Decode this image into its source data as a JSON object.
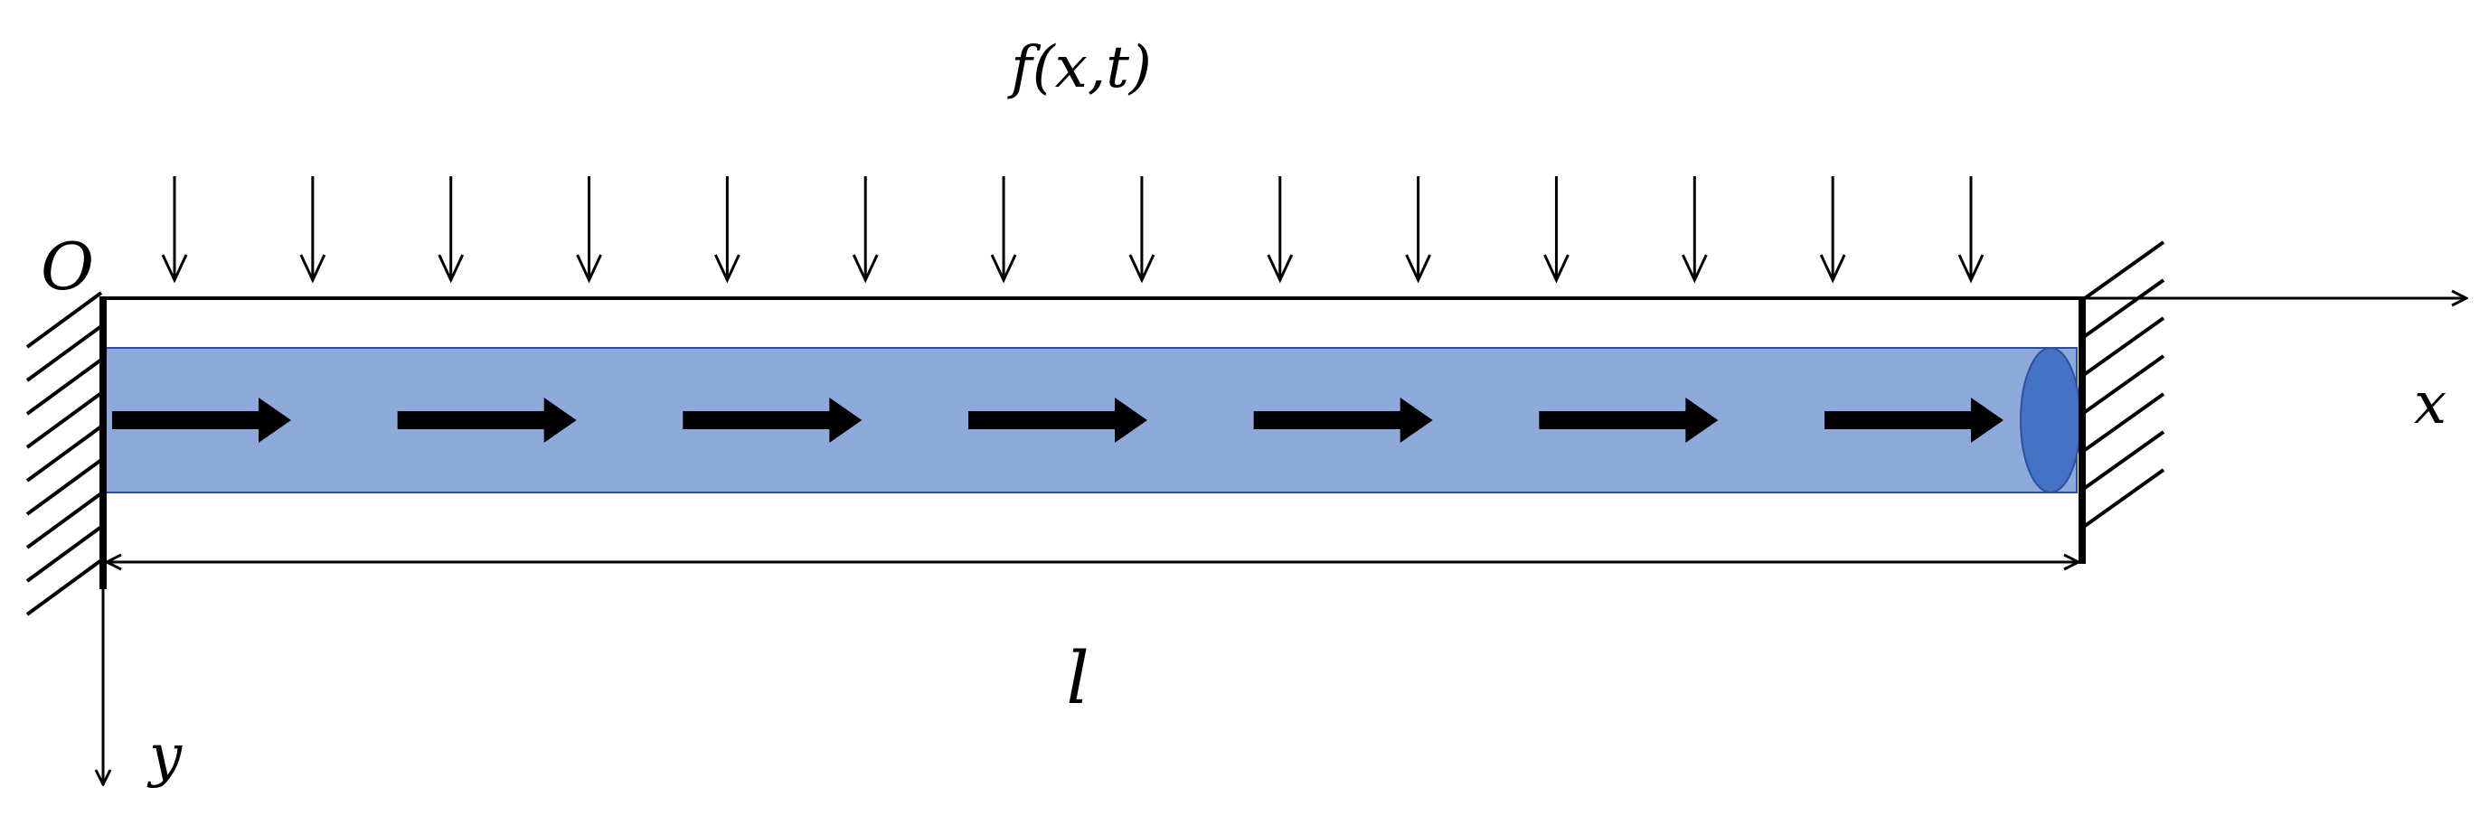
{
  "labels": {
    "load": "f(x,t)",
    "origin": "O",
    "x_axis": "x",
    "y_axis": "y",
    "length": "l"
  },
  "counts": {
    "load_arrows": 14,
    "flow_arrows": 7
  },
  "colors": {
    "pipe_fill": "#8eaadb",
    "pipe_edge": "#2f4fa0",
    "pipe_end": "#4472c4",
    "ink": "#000000",
    "background": "#ffffff"
  },
  "icons": {
    "left_support": "fixed-wall-hatch",
    "right_support": "fixed-wall-hatch",
    "load": "down-arrow",
    "flow": "right-arrow"
  }
}
